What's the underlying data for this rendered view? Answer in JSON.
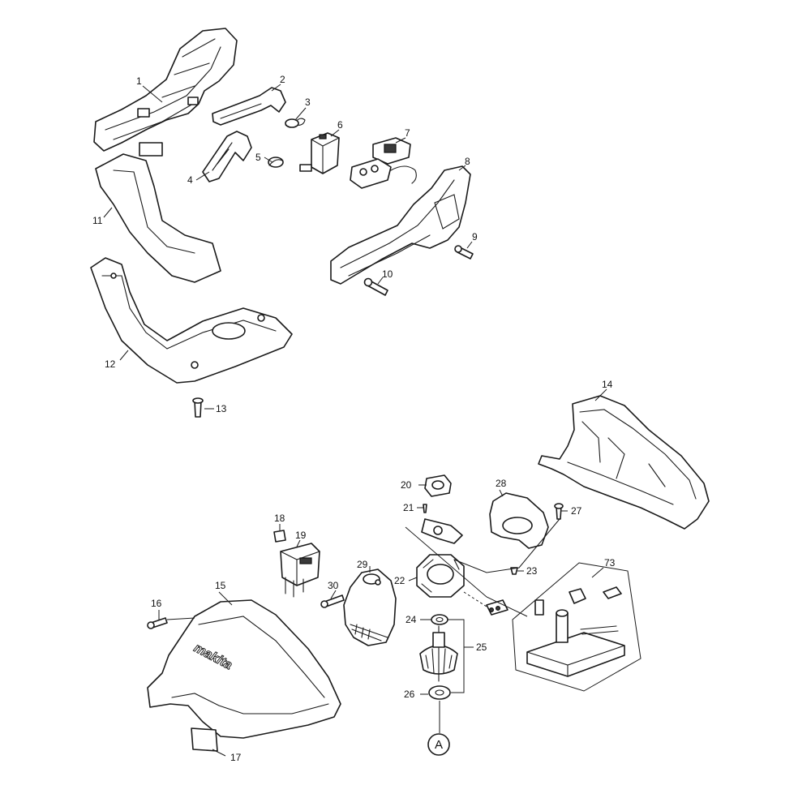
{
  "brand_text": "makita",
  "reference_marker": "A",
  "part_labels": {
    "p1": "1",
    "p2": "2",
    "p3": "3",
    "p4": "4",
    "p5": "5",
    "p6": "6",
    "p7": "7",
    "p8": "8",
    "p9": "9",
    "p10": "10",
    "p11": "11",
    "p12": "12",
    "p13": "13",
    "p14": "14",
    "p15": "15",
    "p16": "16",
    "p17": "17",
    "p18": "18",
    "p19": "19",
    "p20": "20",
    "p21": "21",
    "p22": "22",
    "p23": "23",
    "p24": "24",
    "p25": "25",
    "p26": "26",
    "p27": "27",
    "p28": "28",
    "p29": "29",
    "p30": "30",
    "p73": "73"
  }
}
